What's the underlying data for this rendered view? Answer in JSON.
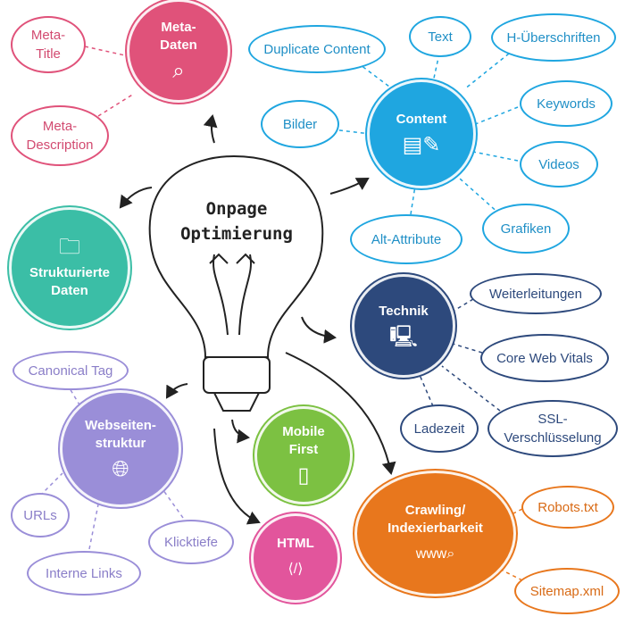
{
  "center": {
    "line1": "Onpage",
    "line2": "Optimierung"
  },
  "hubs": {
    "meta": {
      "l1": "Meta-",
      "l2": "Daten",
      "color": "#e0527a"
    },
    "content": {
      "l1": "Content",
      "color": "#1fa6e0"
    },
    "struct": {
      "l1": "Strukturierte",
      "l2": "Daten",
      "color": "#3bbea6"
    },
    "technik": {
      "l1": "Technik",
      "color": "#2d497c"
    },
    "web": {
      "l1": "Webseiten-",
      "l2": "struktur",
      "color": "#9a8ed8"
    },
    "mobile": {
      "l1": "Mobile",
      "l2": "First",
      "color": "#7cc142"
    },
    "html": {
      "l1": "HTML",
      "color": "#e2559c"
    },
    "crawl": {
      "l1": "Crawling/",
      "l2": "Indexierbarkeit",
      "color": "#e8771d"
    }
  },
  "leaves": {
    "meta_title": {
      "l1": "Meta-",
      "l2": "Title"
    },
    "meta_desc": {
      "l1": "Meta-",
      "l2": "Description"
    },
    "dup": "Duplicate Content",
    "text": "Text",
    "h": "H-Überschriften",
    "bilder": "Bilder",
    "keywords": "Keywords",
    "videos": "Videos",
    "grafiken": "Grafiken",
    "alt": "Alt-Attribute",
    "weiter": "Weiterleitungen",
    "cwv": "Core Web Vitals",
    "ladezeit": "Ladezeit",
    "ssl": {
      "l1": "SSL-",
      "l2": "Verschlüsselung"
    },
    "canonical": "Canonical Tag",
    "urls": "URLs",
    "interne": "Interne Links",
    "klick": "Klicktiefe",
    "robots": "Robots.txt",
    "sitemap": "Sitemap.xml"
  }
}
